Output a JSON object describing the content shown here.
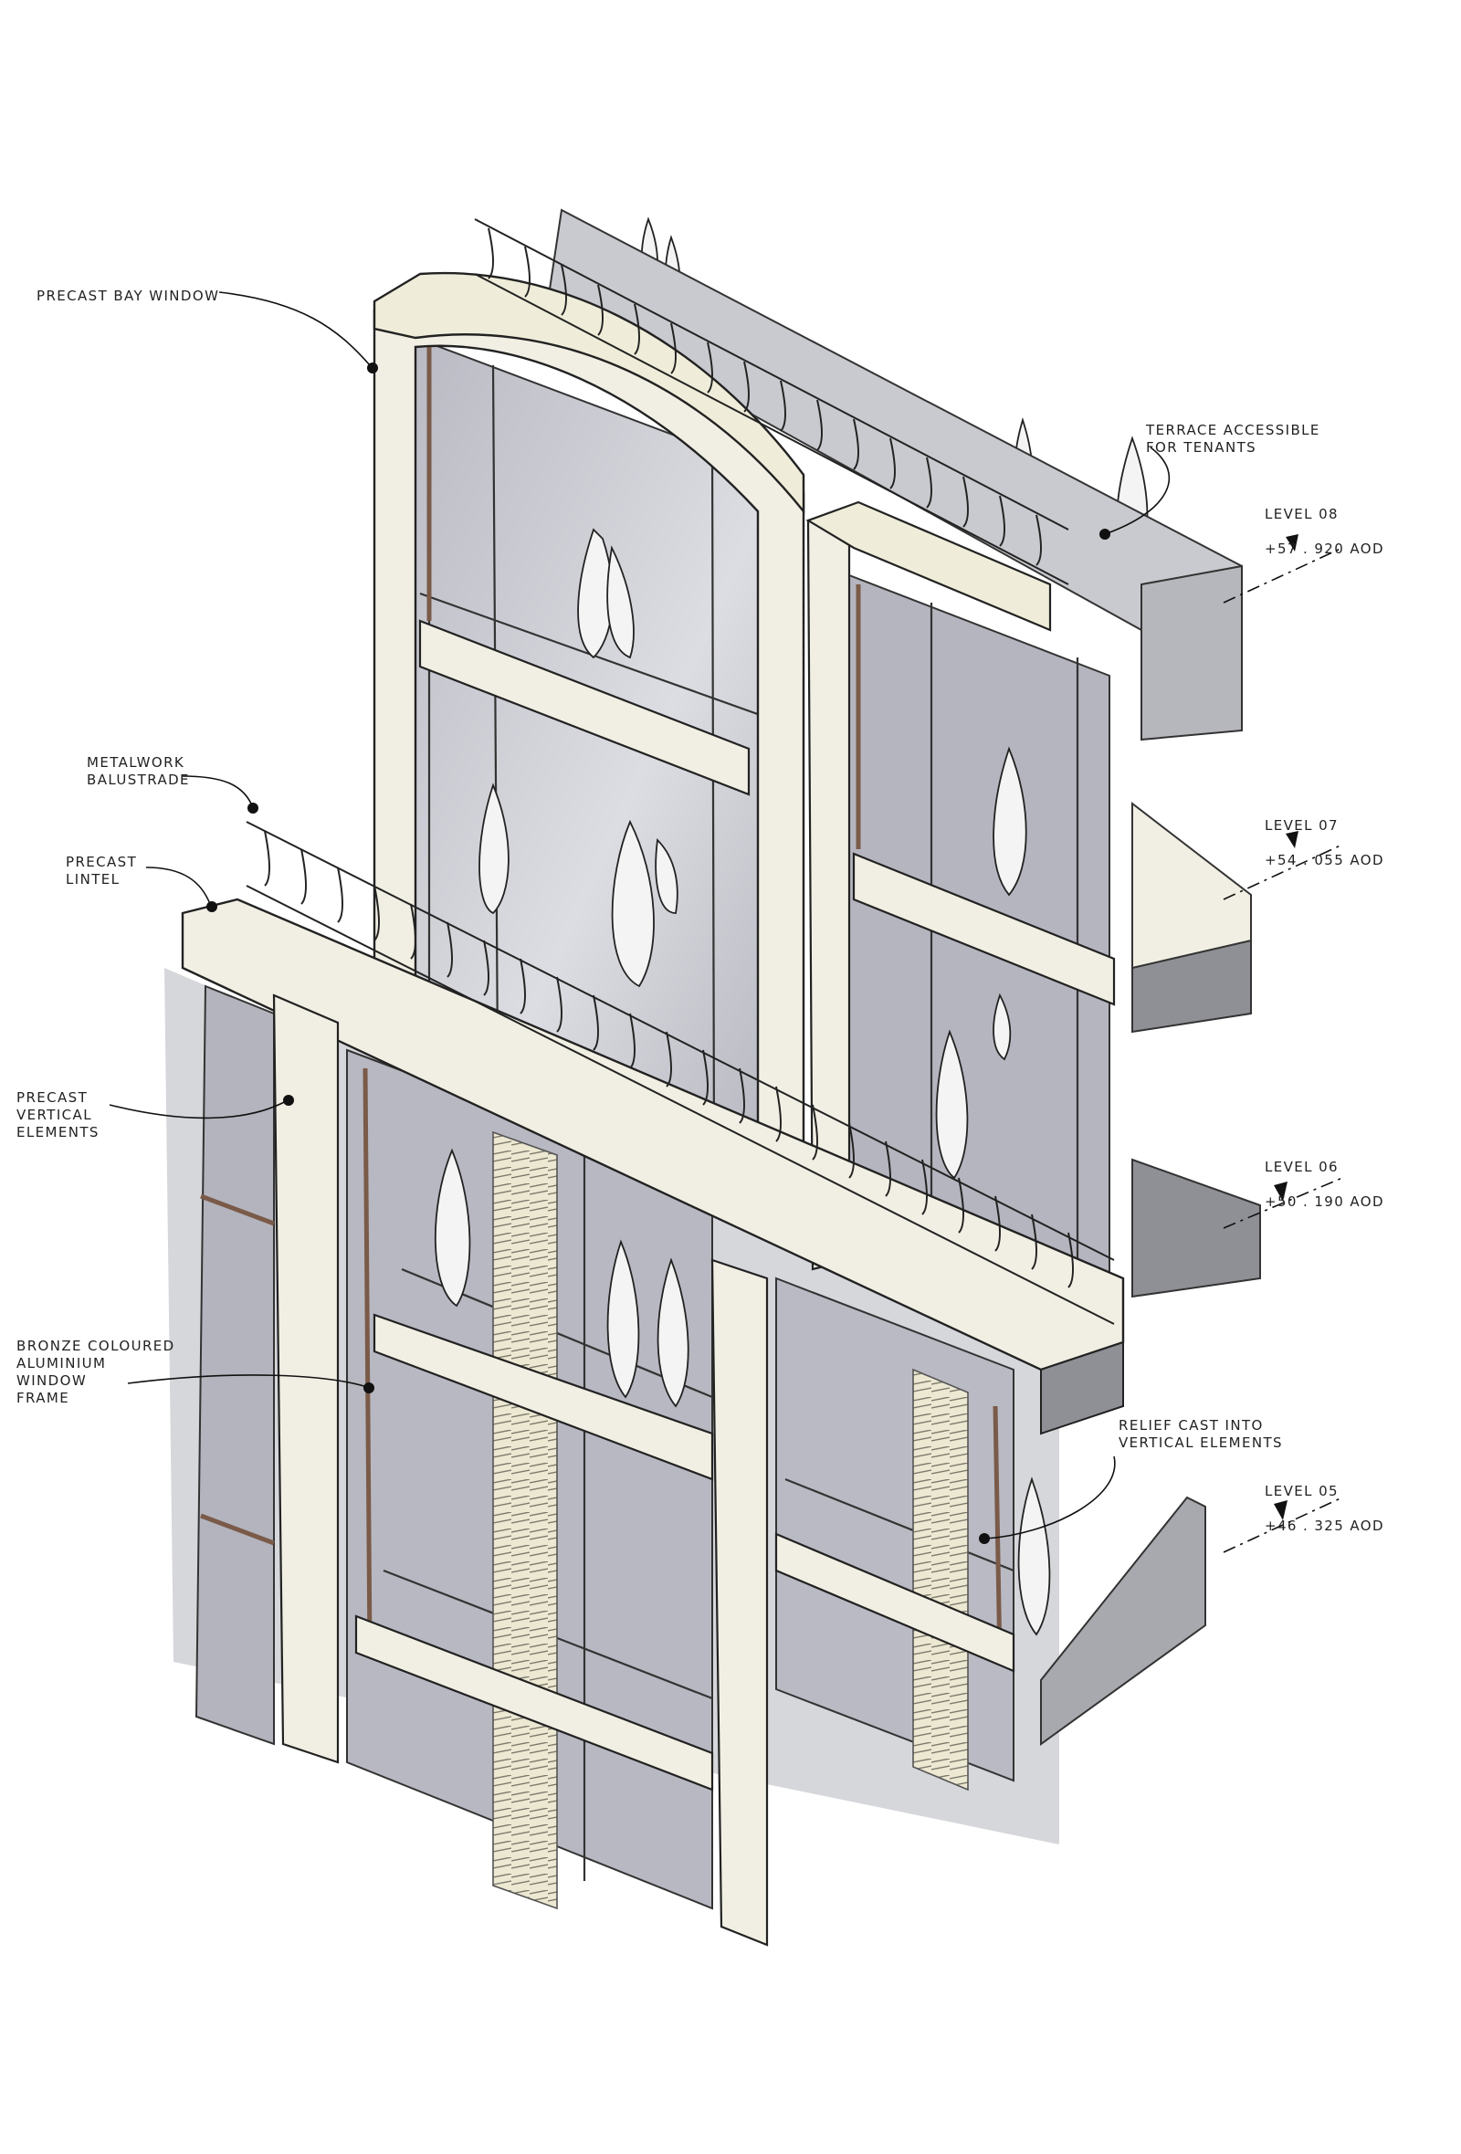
{
  "callouts": {
    "precast_bay_window": "PRECAST BAY WINDOW",
    "terrace": "TERRACE ACCESSIBLE\nFOR TENANTS",
    "metalwork_balustrade": "METALWORK\nBALUSTRADE",
    "precast_lintel": "PRECAST\nLINTEL",
    "precast_vertical": "PRECAST\nVERTICAL\nELEMENTS",
    "window_frame": "BRONZE COLOURED\nALUMINIUM\nWINDOW\nFRAME",
    "relief": "RELIEF CAST INTO\nVERTICAL ELEMENTS"
  },
  "levels": [
    {
      "name": "LEVEL 08",
      "value": "+57 . 920 AOD"
    },
    {
      "name": "LEVEL 07",
      "value": "+54 . 055 AOD"
    },
    {
      "name": "LEVEL 06",
      "value": "+50 . 190 AOD"
    },
    {
      "name": "LEVEL 05",
      "value": "+46 . 325 AOD"
    }
  ],
  "colors": {
    "glass": "#a9aab4",
    "glass_light": "#d7d8dc",
    "precast": "#f1efe3",
    "soffit": "#8f9096",
    "frame": "#7a5a48",
    "ink": "#1a1a1a"
  }
}
